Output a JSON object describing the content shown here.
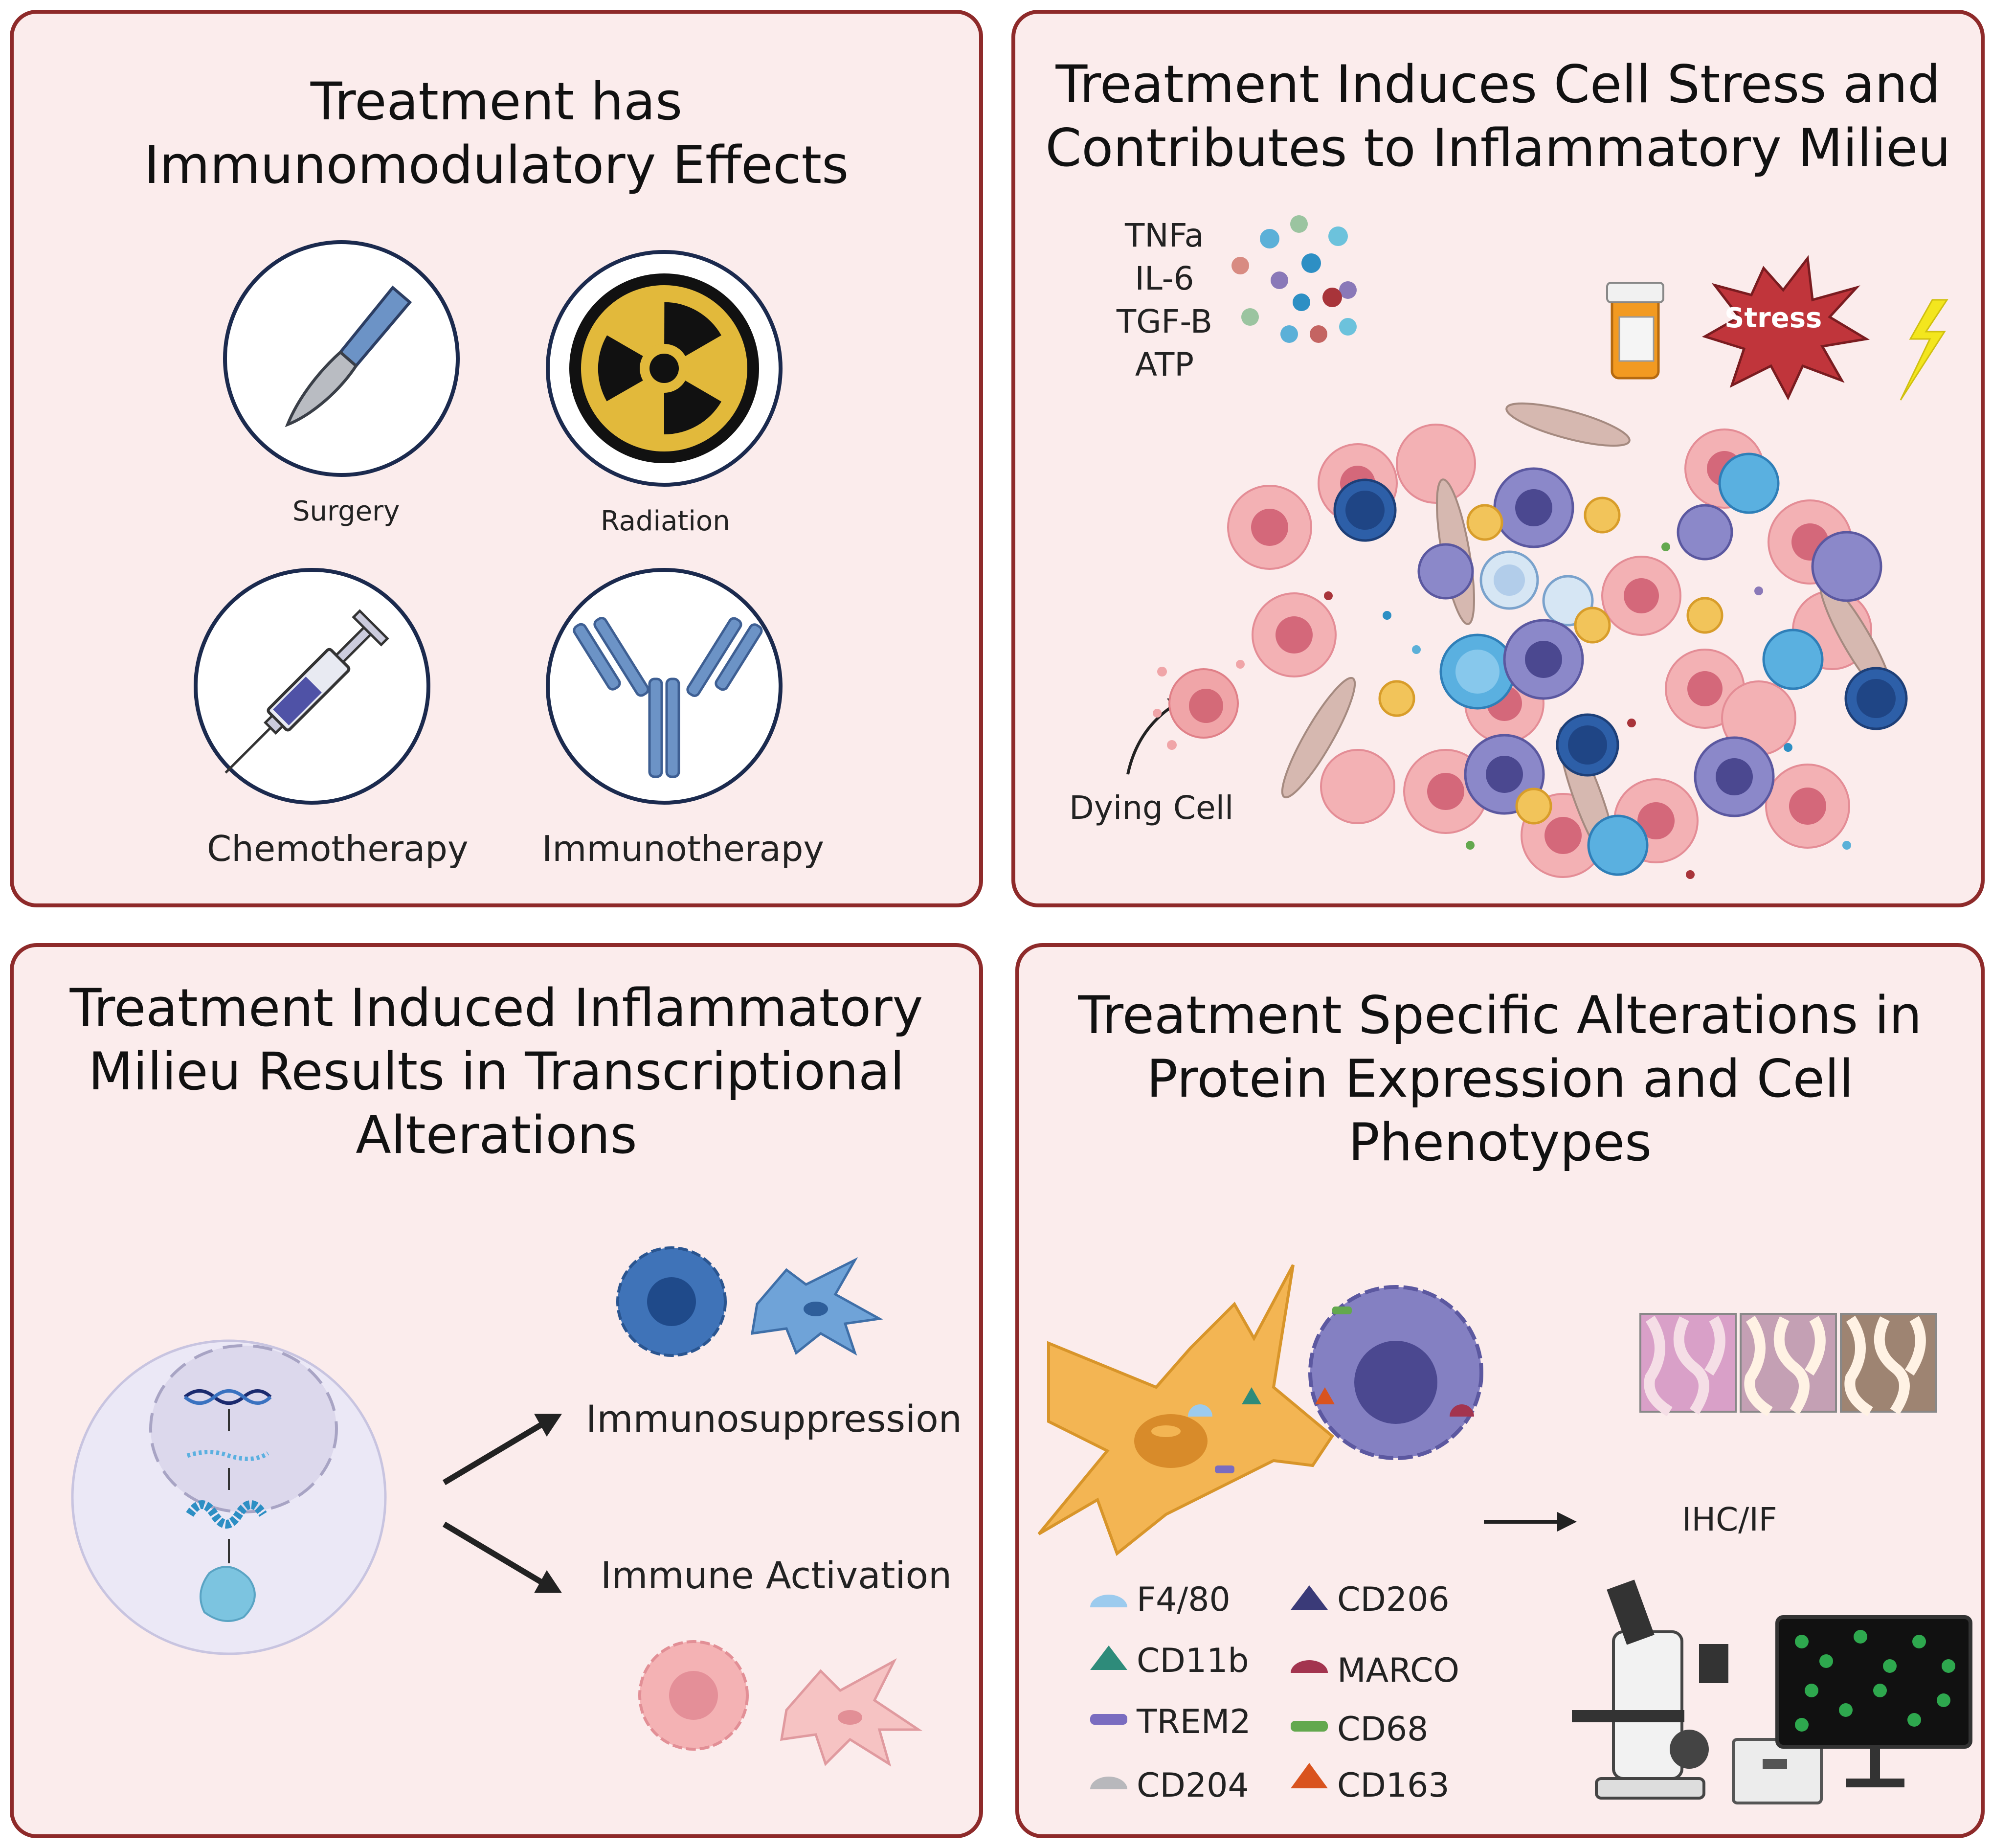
{
  "panels": {
    "top_left": {
      "title": "Treatment has\nImmunomodulatory Effects",
      "items": [
        {
          "label": "Surgery",
          "icon": "scalpel-icon"
        },
        {
          "label": "Radiation",
          "icon": "radiation-icon"
        },
        {
          "label": "Chemotherapy",
          "icon": "syringe-icon"
        },
        {
          "label": "Immunotherapy",
          "icon": "antibody-icon"
        }
      ]
    },
    "top_right": {
      "title": "Treatment Induces Cell Stress and\nContributes to Inflammatory Milieu",
      "cytokines": [
        "TNFa",
        "IL-6",
        "TGF-B",
        "ATP"
      ],
      "stress_label": "Stress",
      "dying_cell_label": "Dying Cell"
    },
    "bottom_left": {
      "title": "Treatment Induced Inflammatory\nMilieu Results in Transcriptional\nAlterations",
      "outcomes": [
        "Immunosuppression",
        "Immune Activation"
      ]
    },
    "bottom_right": {
      "title": "Treatment Specific Alterations in\nProtein Expression and Cell\nPhenotypes",
      "method_label": "IHC/IF",
      "legend": [
        {
          "label": "F4/80",
          "color": "#9ccbee"
        },
        {
          "label": "CD11b",
          "color": "#2e8b7a"
        },
        {
          "label": "TREM2",
          "color": "#7a6cc0"
        },
        {
          "label": "CD204",
          "color": "#b8b8bc"
        },
        {
          "label": "CD206",
          "color": "#3a3a78"
        },
        {
          "label": "MARCO",
          "color": "#a3344f"
        },
        {
          "label": "CD68",
          "color": "#63a84e"
        },
        {
          "label": "CD163",
          "color": "#d9531e"
        }
      ]
    }
  },
  "colors": {
    "panel_border": "#8e2a2a",
    "panel_fill": "#fbecec",
    "icon_ring": "#1b2a4e"
  }
}
